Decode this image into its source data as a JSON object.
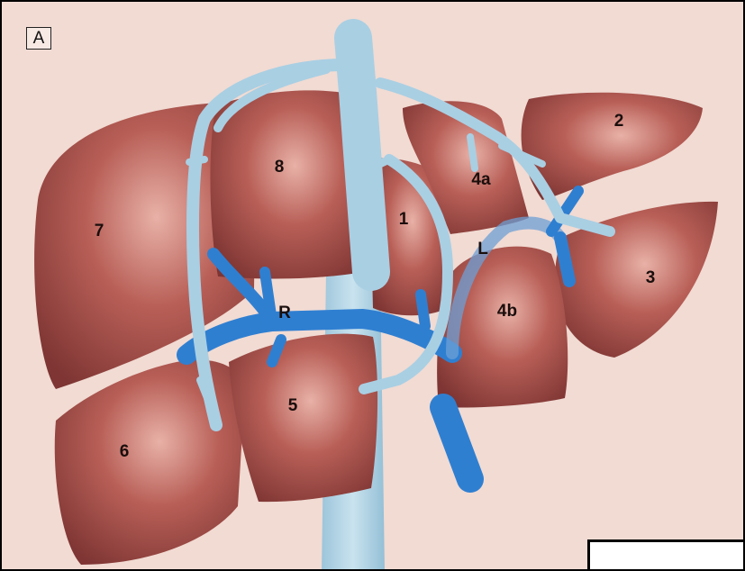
{
  "panel_label": "A",
  "segments": {
    "seg1": "1",
    "seg2": "2",
    "seg3": "3",
    "seg4a": "4a",
    "seg4b": "4b",
    "seg5": "5",
    "seg6": "6",
    "seg7": "7",
    "seg8": "8"
  },
  "vessels": {
    "right": "R",
    "left": "L"
  },
  "colors": {
    "background": "#f1dbd3",
    "liver": "#9b4a45",
    "hepatic_vein": "#a9cfe3",
    "portal_vein": "#2f7fd1"
  }
}
